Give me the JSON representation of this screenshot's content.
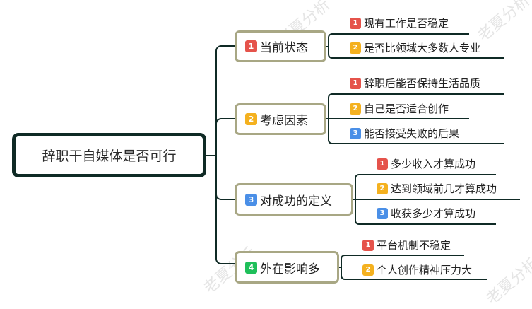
{
  "root": {
    "label": "辞职干自媒体是否可行"
  },
  "colors": {
    "badge_1": "#e5534b",
    "badge_2": "#f4b11f",
    "badge_3": "#4a8fe7",
    "badge_4": "#1fbf5a",
    "connector": "#0f2a25",
    "branch_border": "#a8a784"
  },
  "branches": [
    {
      "num": "1",
      "label": "当前状态",
      "children": [
        {
          "num": "1",
          "label": "现有工作是否稳定"
        },
        {
          "num": "2",
          "label": "是否比领域大多数人专业"
        }
      ]
    },
    {
      "num": "2",
      "label": "考虑因素",
      "children": [
        {
          "num": "1",
          "label": "辞职后能否保持生活品质"
        },
        {
          "num": "2",
          "label": "自己是否适合创作"
        },
        {
          "num": "3",
          "label": "能否接受失败的后果"
        }
      ]
    },
    {
      "num": "3",
      "label": "对成功的定义",
      "children": [
        {
          "num": "1",
          "label": "多少收入才算成功"
        },
        {
          "num": "2",
          "label": "达到领域前几才算成功"
        },
        {
          "num": "3",
          "label": "收获多少才算成功"
        }
      ]
    },
    {
      "num": "4",
      "label": "外在影响多",
      "children": [
        {
          "num": "1",
          "label": "平台机制不稳定"
        },
        {
          "num": "2",
          "label": "个人创作精神压力大"
        }
      ]
    }
  ],
  "watermark": {
    "text": "老夏分析"
  }
}
